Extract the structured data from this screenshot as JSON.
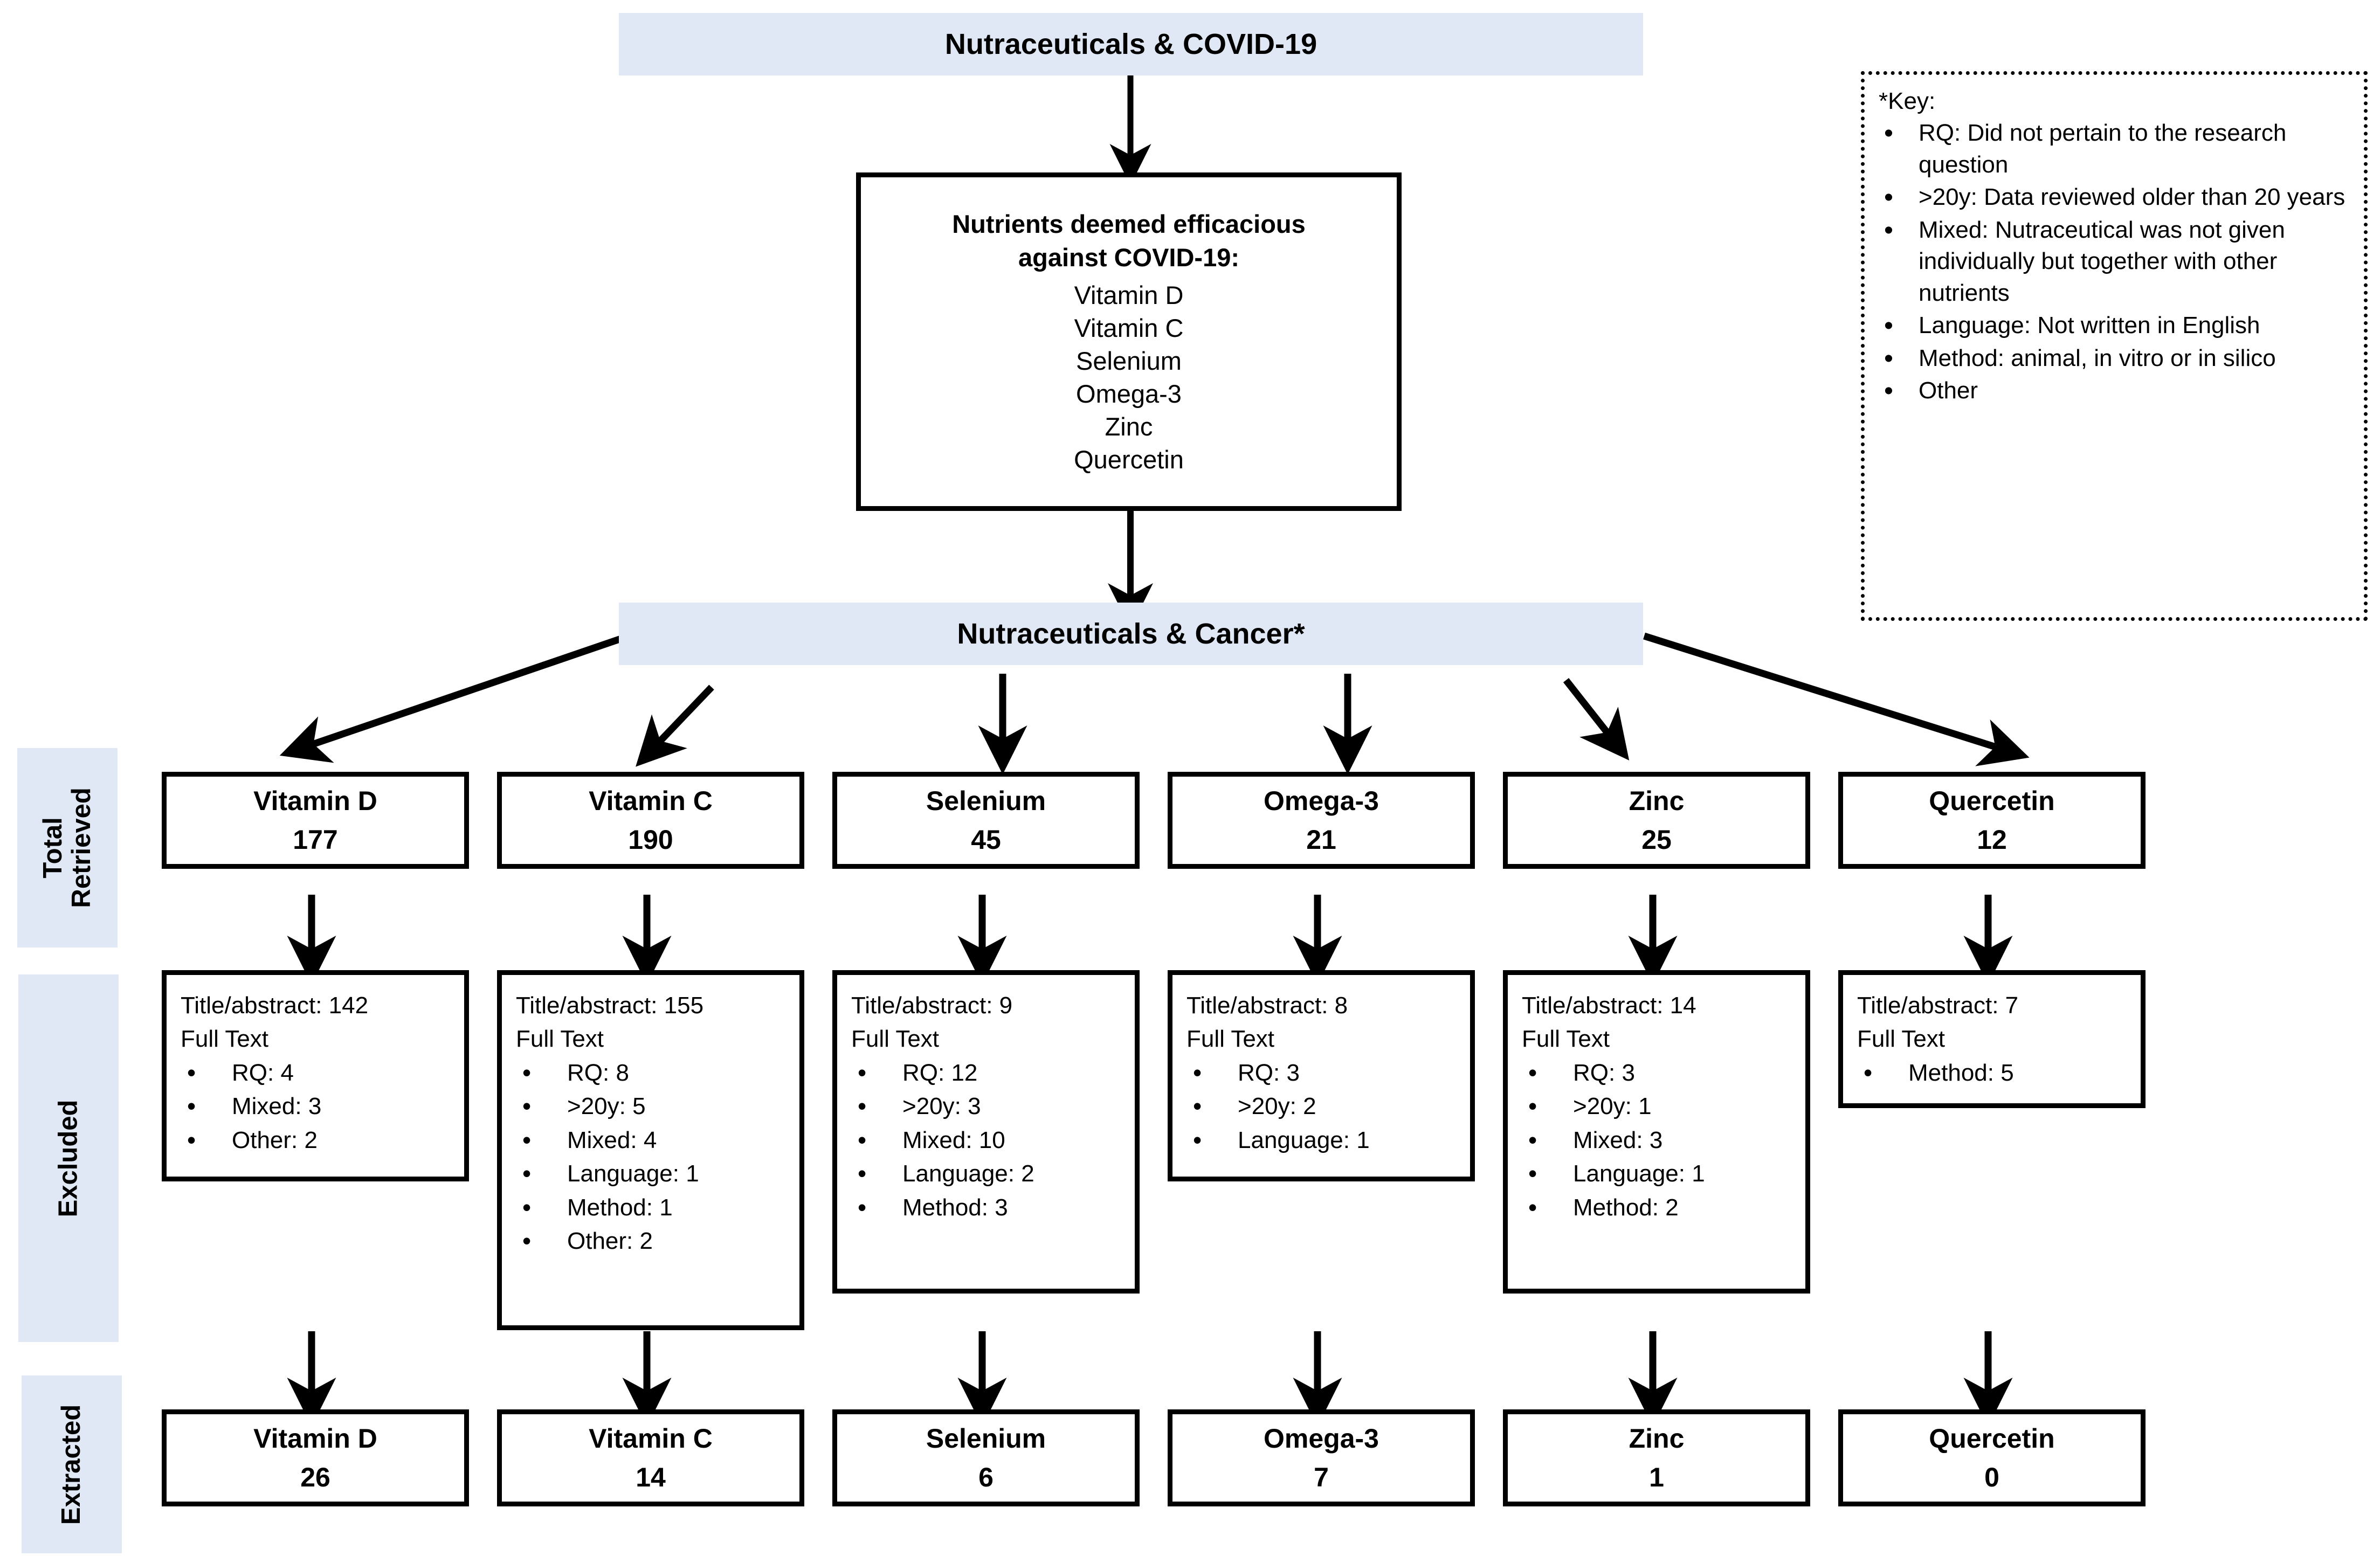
{
  "header": {
    "top_banner": "Nutraceuticals & COVID-19",
    "mid_banner": "Nutraceuticals & Cancer*"
  },
  "efficacious_box": {
    "title_line1": "Nutrients deemed efficacious",
    "title_line2": "against COVID-19:",
    "nutrients": [
      "Vitamin D",
      "Vitamin C",
      "Selenium",
      "Omega-3",
      "Zinc",
      "Quercetin"
    ]
  },
  "key": {
    "title": "*Key:",
    "items": [
      "RQ: Did not pertain to the research question",
      ">20y: Data reviewed older than 20 years",
      "Mixed: Nutraceutical was not given individually but together with other nutrients",
      "Language: Not written in English",
      "Method: animal, in vitro or in silico",
      "Other"
    ]
  },
  "stages": [
    {
      "label": "Total Retrieved",
      "line1": "Total",
      "line2": "Retrieved"
    },
    {
      "label": "Excluded",
      "line1": "Excluded",
      "line2": ""
    },
    {
      "label": "Extracted",
      "line1": "Extracted",
      "line2": ""
    }
  ],
  "columns": [
    {
      "nutrient": "Vitamin D",
      "retrieved": "177",
      "excluded": {
        "title_abstract": "Title/abstract: 142",
        "full_text_label": "Full Text",
        "reasons": [
          "RQ: 4",
          "Mixed: 3",
          "Other: 2"
        ]
      },
      "extracted": "26"
    },
    {
      "nutrient": "Vitamin C",
      "retrieved": "190",
      "excluded": {
        "title_abstract": "Title/abstract: 155",
        "full_text_label": "Full Text",
        "reasons": [
          "RQ: 8",
          ">20y: 5",
          "Mixed: 4",
          "Language: 1",
          "Method: 1",
          "Other: 2"
        ]
      },
      "extracted": "14"
    },
    {
      "nutrient": "Selenium",
      "retrieved": "45",
      "excluded": {
        "title_abstract": "Title/abstract: 9",
        "full_text_label": "Full Text",
        "reasons": [
          "RQ: 12",
          ">20y: 3",
          "Mixed: 10",
          "Language: 2",
          "Method: 3"
        ]
      },
      "extracted": "6"
    },
    {
      "nutrient": "Omega-3",
      "retrieved": "21",
      "excluded": {
        "title_abstract": "Title/abstract: 8",
        "full_text_label": "Full Text",
        "reasons": [
          "RQ: 3",
          ">20y: 2",
          "Language: 1"
        ]
      },
      "extracted": "7"
    },
    {
      "nutrient": "Zinc",
      "retrieved": "25",
      "excluded": {
        "title_abstract": "Title/abstract: 14",
        "full_text_label": "Full Text",
        "reasons": [
          "RQ: 3",
          ">20y: 1",
          "Mixed: 3",
          "Language: 1",
          "Method: 2"
        ]
      },
      "extracted": "1"
    },
    {
      "nutrient": "Quercetin",
      "retrieved": "12",
      "excluded": {
        "title_abstract": "Title/abstract: 7",
        "full_text_label": "Full Text",
        "reasons": [
          "Method: 5"
        ]
      },
      "extracted": "0"
    }
  ],
  "colors": {
    "banner_fill": "#dfe8f4",
    "box_stroke": "#000000",
    "text": "#000000"
  }
}
